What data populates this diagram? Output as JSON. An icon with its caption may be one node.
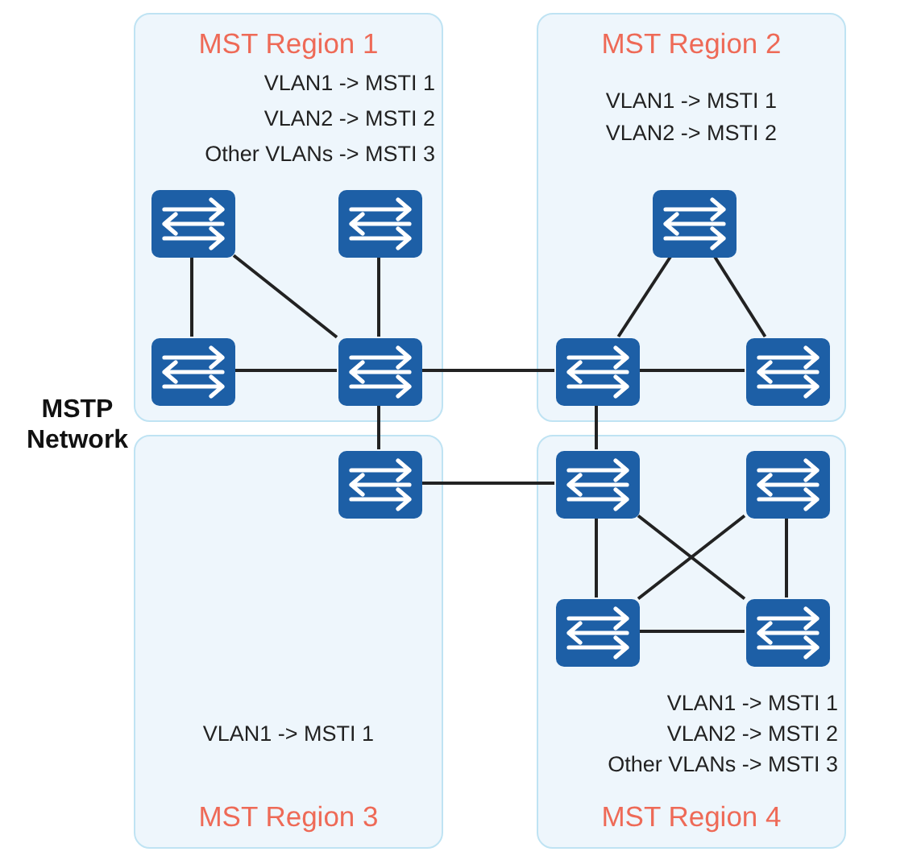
{
  "diagram": {
    "nodes": [
      {
        "text": [
          "MST Region 1",
          "VLAN1 -> MSTI 1",
          "VLAN2 -> MSTI 2",
          "Other VLANs -> MSTI 3"
        ]
      },
      {
        "text": [],
        "shape": "box",
        "in": 0
      },
      {
        "text": [],
        "shape": "box",
        "in": 0
      },
      {
        "text": [],
        "shape": "box",
        "in": 0
      },
      {
        "text": [],
        "shape": "box",
        "in": 0
      },
      {
        "text": [
          "MST Region 2",
          "VLAN1 -> MSTI 1",
          "VLAN2 -> MSTI 2"
        ]
      },
      {
        "text": [],
        "shape": "box",
        "in": 5
      },
      {
        "text": [],
        "shape": "box",
        "in": 5
      },
      {
        "text": [],
        "shape": "box",
        "in": 5
      },
      {
        "text": [
          "VLAN1 -> MSTI 1",
          "MST Region 3"
        ]
      },
      {
        "text": [],
        "shape": "box",
        "in": 9
      },
      {
        "text": [
          "VLAN1 -> MSTI 1",
          "VLAN2 -> MSTI 2",
          "Other VLANs -> MSTI 3",
          "MST Region 4"
        ]
      },
      {
        "text": [],
        "shape": "box",
        "in": 11
      },
      {
        "text": [],
        "shape": "box",
        "in": 11
      },
      {
        "text": [],
        "shape": "box",
        "in": 11
      },
      {
        "text": [],
        "shape": "box",
        "in": 11
      }
    ],
    "edges": [
      {
        "from": 1,
        "to": 3,
        "arrow": "none"
      },
      {
        "from": 1,
        "to": 4,
        "arrow": "none"
      },
      {
        "from": 2,
        "to": 4,
        "arrow": "none"
      },
      {
        "from": 3,
        "to": 4,
        "arrow": "none"
      },
      {
        "from": 4,
        "to": 7,
        "arrow": "none"
      },
      {
        "from": 4,
        "to": 10,
        "arrow": "none"
      },
      {
        "from": 6,
        "to": 7,
        "arrow": "none"
      },
      {
        "from": 6,
        "to": 8,
        "arrow": "none"
      },
      {
        "from": 7,
        "to": 8,
        "arrow": "none"
      },
      {
        "from": 7,
        "to": 12,
        "arrow": "none"
      },
      {
        "from": 10,
        "to": 12,
        "arrow": "none"
      },
      {
        "from": 12,
        "to": 14,
        "arrow": "none"
      },
      {
        "from": 12,
        "to": 15,
        "arrow": "none"
      },
      {
        "from": 13,
        "to": 14,
        "arrow": "none"
      },
      {
        "from": 13,
        "to": 15,
        "arrow": "none"
      },
      {
        "from": 14,
        "to": 15,
        "arrow": "none"
      }
    ],
    "labels": [
      "MSTP Network"
    ]
  }
}
